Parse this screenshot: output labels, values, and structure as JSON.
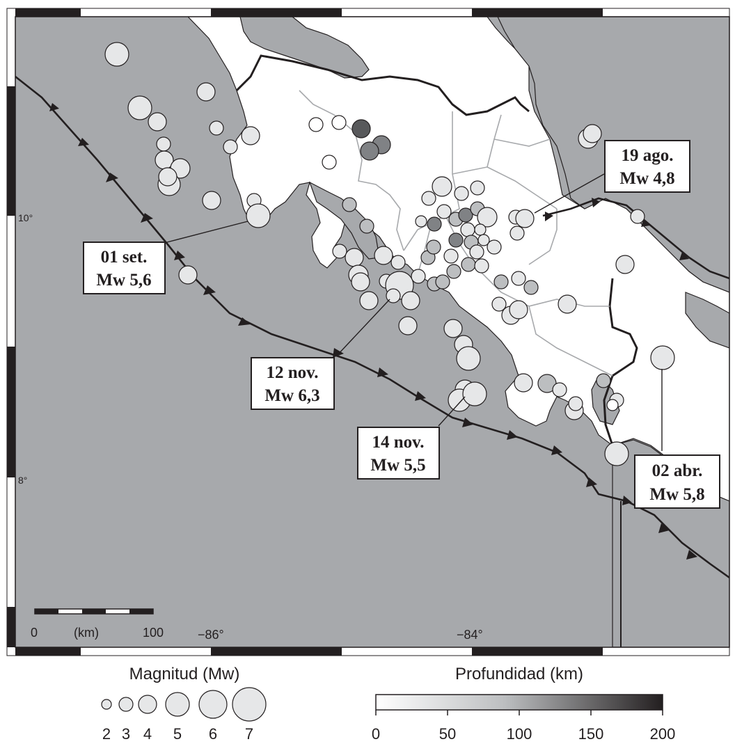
{
  "colors": {
    "sea": "#a7a9ac",
    "land": "#ffffff",
    "event_light": "#e6e7e8",
    "event_mid": "#a7a9ac",
    "event_dark": "#58595b",
    "outline": "#231f20"
  },
  "map": {
    "lat_labels": [
      "10°",
      "8°"
    ],
    "lon_labels": [
      "−86°",
      "−84°"
    ],
    "scale_bar": {
      "start": "0",
      "unit": "(km)",
      "end": "100"
    }
  },
  "callouts": [
    {
      "line1": "01 set.",
      "line2": "Mw 5,6"
    },
    {
      "line1": "12 nov.",
      "line2": "Mw 6,3"
    },
    {
      "line1": "14 nov.",
      "line2": "Mw 5,5"
    },
    {
      "line1": "19 ago.",
      "line2": "Mw 4,8"
    },
    {
      "line1": "02 abr.",
      "line2": "Mw 5,8"
    }
  ],
  "magnitude_legend": {
    "title": "Magnitud (Mw)",
    "values": [
      "2",
      "3",
      "4",
      "5",
      "6",
      "7"
    ]
  },
  "depth_legend": {
    "title": "Profundidad (km)",
    "ticks": [
      "0",
      "50",
      "100",
      "150",
      "200"
    ]
  }
}
